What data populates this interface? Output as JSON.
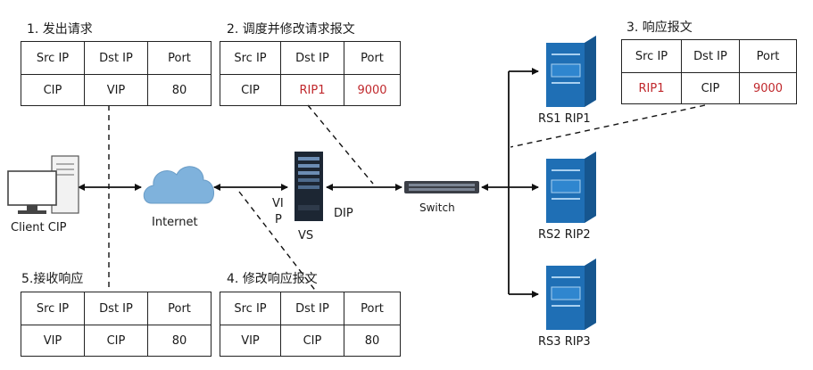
{
  "steps": {
    "s1": {
      "caption": "1. 发出请求",
      "headers": [
        "Src IP",
        "Dst IP",
        "Port"
      ],
      "values": [
        "CIP",
        "VIP",
        "80"
      ]
    },
    "s2": {
      "caption": "2. 调度并修改请求报文",
      "headers": [
        "Src IP",
        "Dst IP",
        "Port"
      ],
      "values": [
        "CIP",
        "RIP1",
        "9000"
      ]
    },
    "s3": {
      "caption": "3. 响应报文",
      "headers": [
        "Src IP",
        "Dst IP",
        "Port"
      ],
      "values": [
        "RIP1",
        "CIP",
        "9000"
      ]
    },
    "s4": {
      "caption": "4. 修改响应报文",
      "headers": [
        "Src IP",
        "Dst IP",
        "Port"
      ],
      "values": [
        "VIP",
        "CIP",
        "80"
      ]
    },
    "s5": {
      "caption": "5.接收响应",
      "headers": [
        "Src IP",
        "Dst IP",
        "Port"
      ],
      "values": [
        "VIP",
        "CIP",
        "80"
      ]
    }
  },
  "nodes": {
    "client": "Client CIP",
    "internet": "Internet",
    "vs": "VS",
    "vip_a": "VI",
    "vip_b": "P",
    "dip": "DIP",
    "switch": "Switch",
    "rs1": "RS1 RIP1",
    "rs2": "RS2 RIP2",
    "rs3": "RS3 RIP3"
  },
  "colors": {
    "highlight": "#c0282c",
    "server": "#1f6fb5",
    "cloud": "#7fb2dc"
  }
}
